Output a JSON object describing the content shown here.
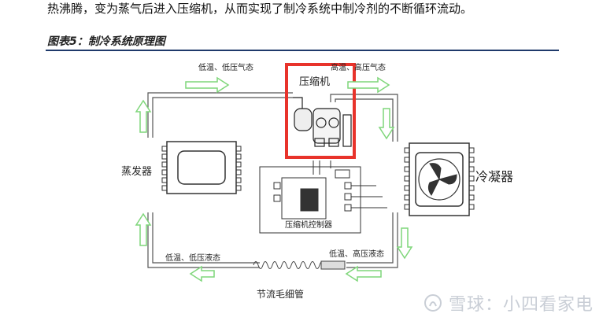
{
  "document": {
    "body_text": "热沸腾，变为蒸气后进入压缩机，从而实现了制冷系统中制冷剂的不断循环流动。",
    "figure_caption": "图表5：制冷系统原理图"
  },
  "diagram": {
    "labels": {
      "top_left_flow": "低温、低压气态",
      "top_right_flow": "高温、高压气态",
      "compressor": "压缩机",
      "evaporator": "蒸发器",
      "condenser": "冷凝器",
      "controller": "压缩机控制器",
      "bottom_left_flow": "低温、低压液态",
      "bottom_right_flow": "低温、高压液态",
      "capillary": "节流毛细管"
    },
    "highlight_color": "#e8332b",
    "arrow_color": "#7fd67a"
  },
  "watermark": {
    "text": "雪球：小四看家电"
  }
}
